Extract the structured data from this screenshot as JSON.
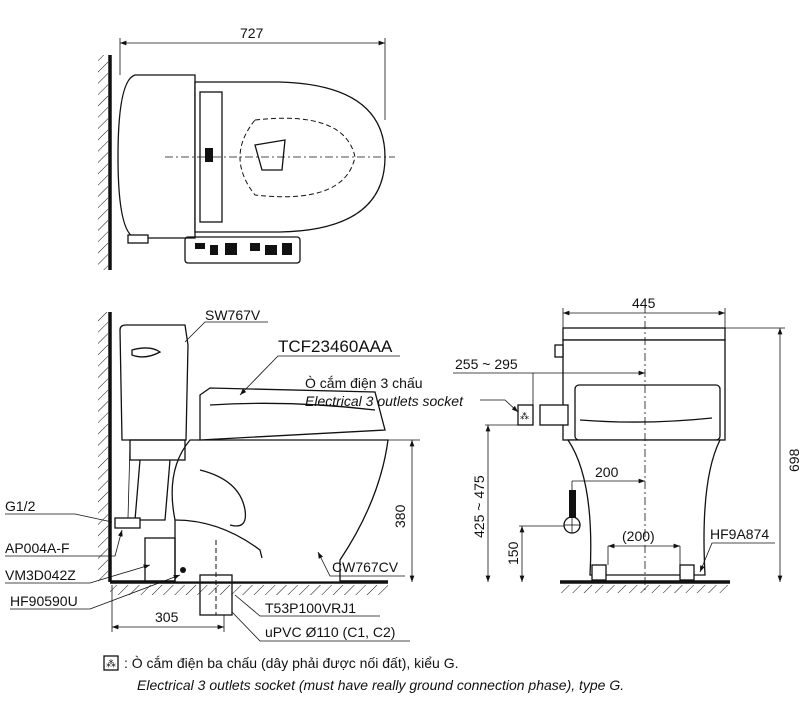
{
  "top_view": {
    "width_dim": "727"
  },
  "side_view": {
    "tank_model": "SW767V",
    "seat_model": "TCF23460AAA",
    "socket_label_vi": "Ò cắm điện 3 chấu",
    "socket_label_en": "Electrical 3 outlets socket",
    "height_dim": "380",
    "parts": {
      "g12": "G1/2",
      "ap004": "AP004A-F",
      "vm3d": "VM3D042Z",
      "hf905": "HF90590U",
      "bowl": "CW767CV",
      "flange": "T53P100VRJ1",
      "pipe": "uPVC Ø110 (C1, C2)"
    },
    "rough_in_dim": "305"
  },
  "front_view": {
    "width_dim": "445",
    "socket_offset_dim": "255 ~ 295",
    "socket_height_dim": "425 ~ 475",
    "total_height_dim": "698",
    "supply_offset_dim": "200",
    "supply_height_dim": "150",
    "bolt_spacing_dim": "(200)",
    "bolt_part": "HF9A874"
  },
  "footnote": {
    "icon": "socket-icon",
    "line_vi": ": Ò cắm điện ba chấu (dây phải được nối đất), kiểu G.",
    "line_en": "Electrical 3 outlets socket (must have really ground connection phase), type G."
  }
}
